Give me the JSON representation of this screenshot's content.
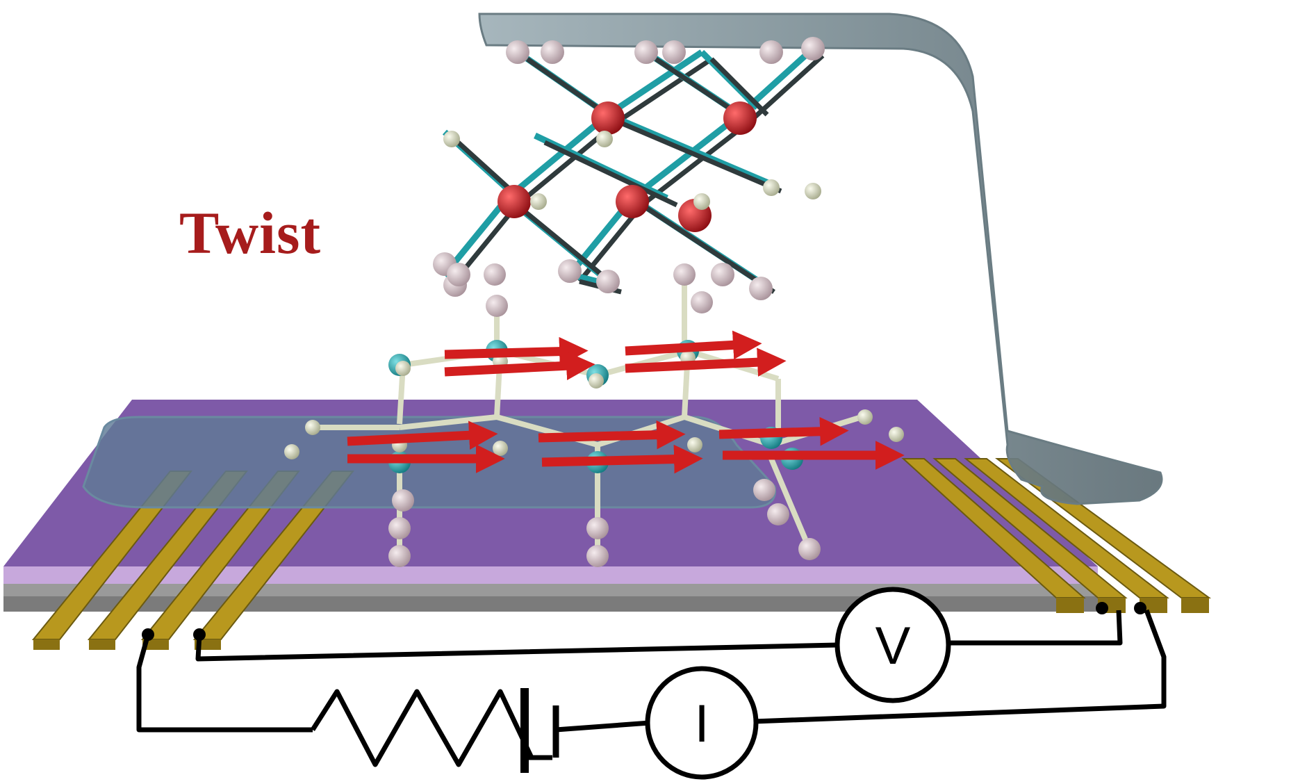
{
  "label": {
    "text": "Twist"
  },
  "meters": {
    "voltmeter": "V",
    "ammeter": "I"
  },
  "colors": {
    "text_accent": "#a61c1c",
    "substrate_top": "#7e5aa8",
    "substrate_side": "#9a9a9a",
    "electrode": "#b8981e",
    "flake": "#5f7a96",
    "tip": "#7d8f96",
    "atom_teal": "#1f9ea5",
    "atom_red": "#c4161c",
    "atom_pink": "#d8c6cc",
    "atom_beige": "#d9dcc2",
    "spin_arrow": "#d21e1e",
    "wire": "#000000"
  },
  "icons": [
    "voltmeter-icon",
    "ammeter-icon",
    "resistor-icon",
    "battery-icon",
    "spin-arrow-icon",
    "atom-icon"
  ]
}
